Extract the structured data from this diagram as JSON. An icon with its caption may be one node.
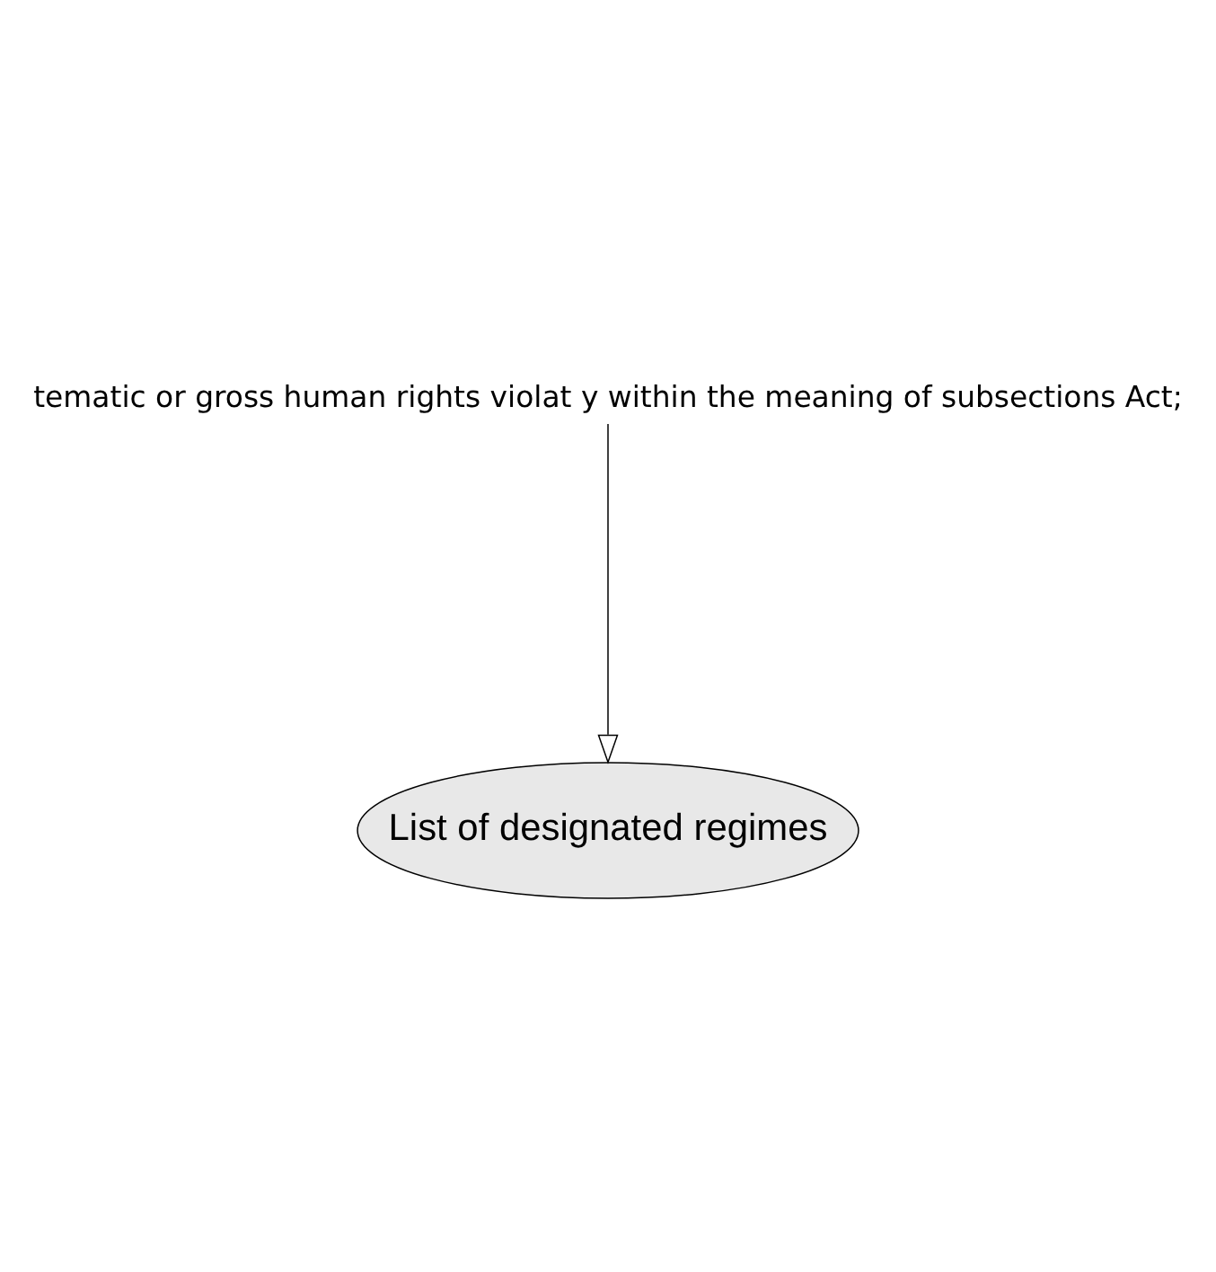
{
  "diagram": {
    "nodes": [
      {
        "text": [
          "tematic or gross human rights violat y within the meaning of subsections Act;"
        ]
      },
      {
        "text": [
          "List of designated regimes"
        ]
      }
    ],
    "edges": [
      {
        "from": 0,
        "to": 1,
        "arrow": "to"
      }
    ]
  }
}
